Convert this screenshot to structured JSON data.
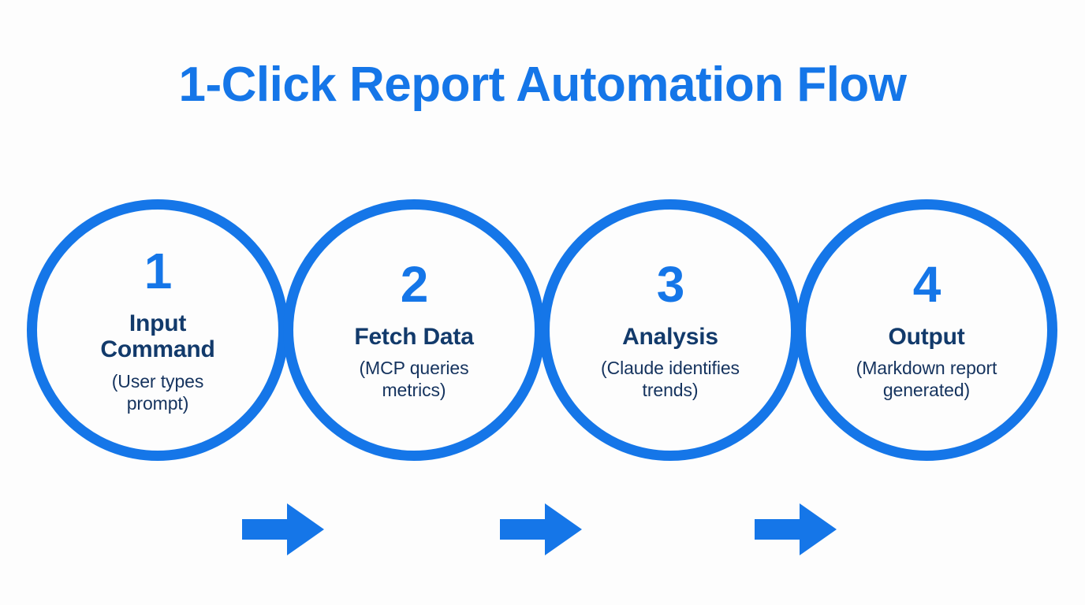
{
  "title": "1-Click Report Automation Flow",
  "theme": {
    "background": "#fdfdfd",
    "accent_blue": "#1576e8",
    "title_blue": "#1576e8",
    "label_navy": "#123a6b",
    "subtitle_navy": "#15335e"
  },
  "steps": [
    {
      "number": "1",
      "title": "Input\nCommand",
      "subtitle": "(User types\nprompt)"
    },
    {
      "number": "2",
      "title": "Fetch Data",
      "subtitle": "(MCP queries\nmetrics)"
    },
    {
      "number": "3",
      "title": "Analysis",
      "subtitle": "(Claude identifies\ntrends)"
    },
    {
      "number": "4",
      "title": "Output",
      "subtitle": "(Markdown report\ngenerated)"
    }
  ],
  "connectors": [
    {
      "name": "arrow-1-to-2"
    },
    {
      "name": "arrow-2-to-3"
    },
    {
      "name": "arrow-3-to-4"
    }
  ]
}
